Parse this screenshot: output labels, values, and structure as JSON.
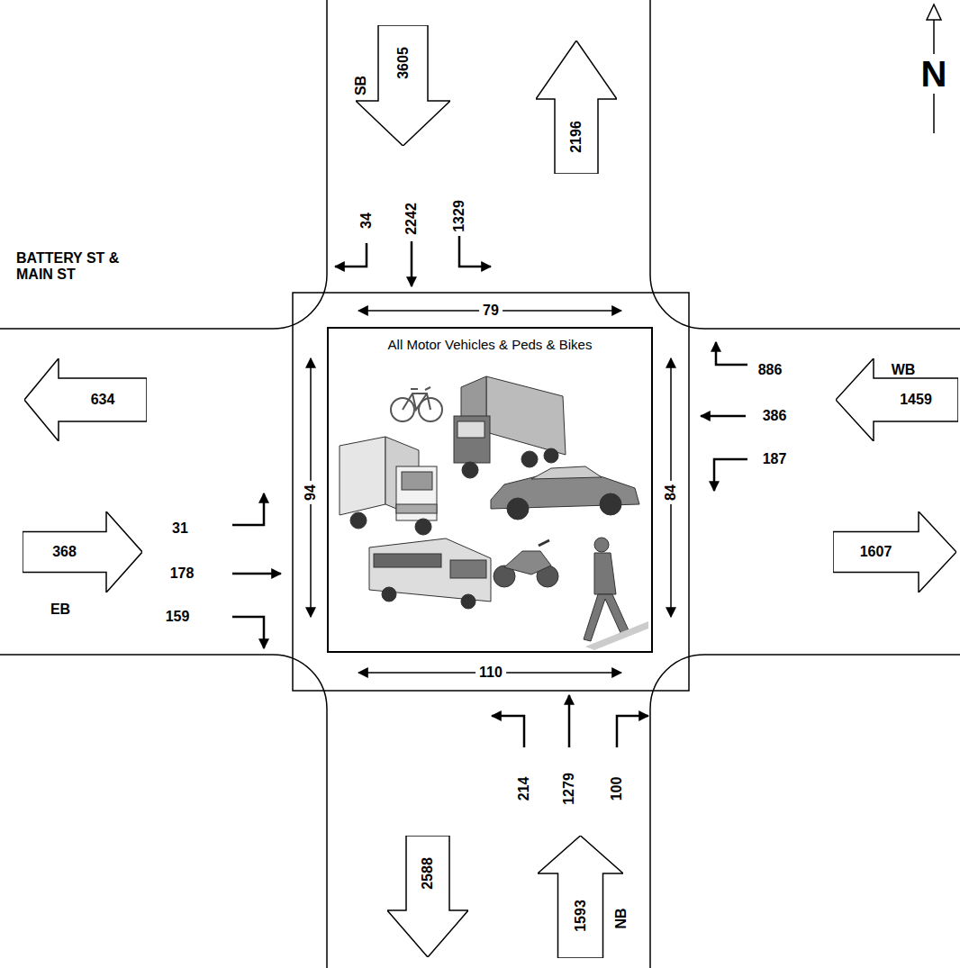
{
  "diagram": {
    "nodes": [
      {
        "text": [
          "3605"
        ]
      },
      {
        "text": [
          "2196"
        ]
      },
      {
        "text": [
          "634"
        ]
      },
      {
        "text": [
          "1459"
        ]
      },
      {
        "text": [
          "All Motor Vehicles & Peds & Bikes"
        ]
      },
      {
        "text": [
          "368"
        ]
      },
      {
        "text": [
          "1607"
        ]
      },
      {
        "text": [
          "2588"
        ]
      },
      {
        "text": [
          "1593"
        ]
      }
    ],
    "labels": [
      "BATTERY ST & MAIN ST",
      "SB",
      "34",
      "2242",
      "1329",
      "79",
      "886",
      "386",
      "187",
      "WB",
      "94",
      "84",
      "31",
      "178",
      "159",
      "EB",
      "110",
      "214",
      "1279",
      "100",
      "NB",
      "N"
    ]
  }
}
